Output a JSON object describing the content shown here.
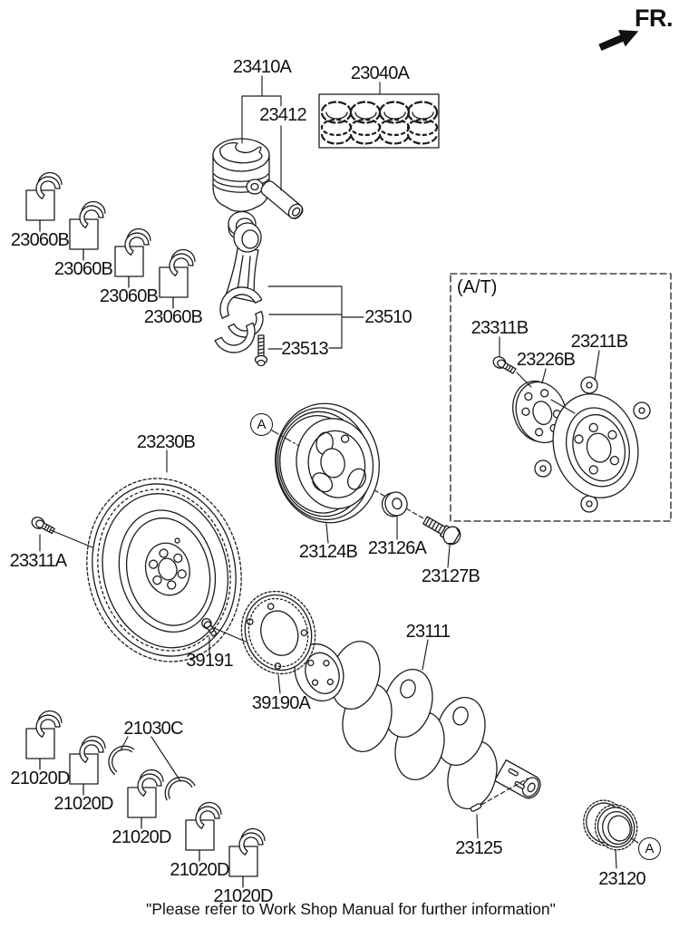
{
  "header": {
    "orientation_label": "FR."
  },
  "sections": {
    "at_label": "(A/T)"
  },
  "markers": {
    "view_a_1": "A",
    "view_a_2": "A"
  },
  "callouts": [
    "23410A",
    "23412",
    "23040A",
    "23060B",
    "23060B",
    "23060B",
    "23060B",
    "23510",
    "23513",
    "23311B",
    "23226B",
    "23211B",
    "23230B",
    "23311A",
    "23124B",
    "23126A",
    "23127B",
    "39191",
    "39190A",
    "23111",
    "21030C",
    "21020D",
    "21020D",
    "21020D",
    "21020D",
    "21020D",
    "23125",
    "23120"
  ],
  "footer": {
    "note": "\"Please refer to Work Shop Manual for further information\""
  }
}
